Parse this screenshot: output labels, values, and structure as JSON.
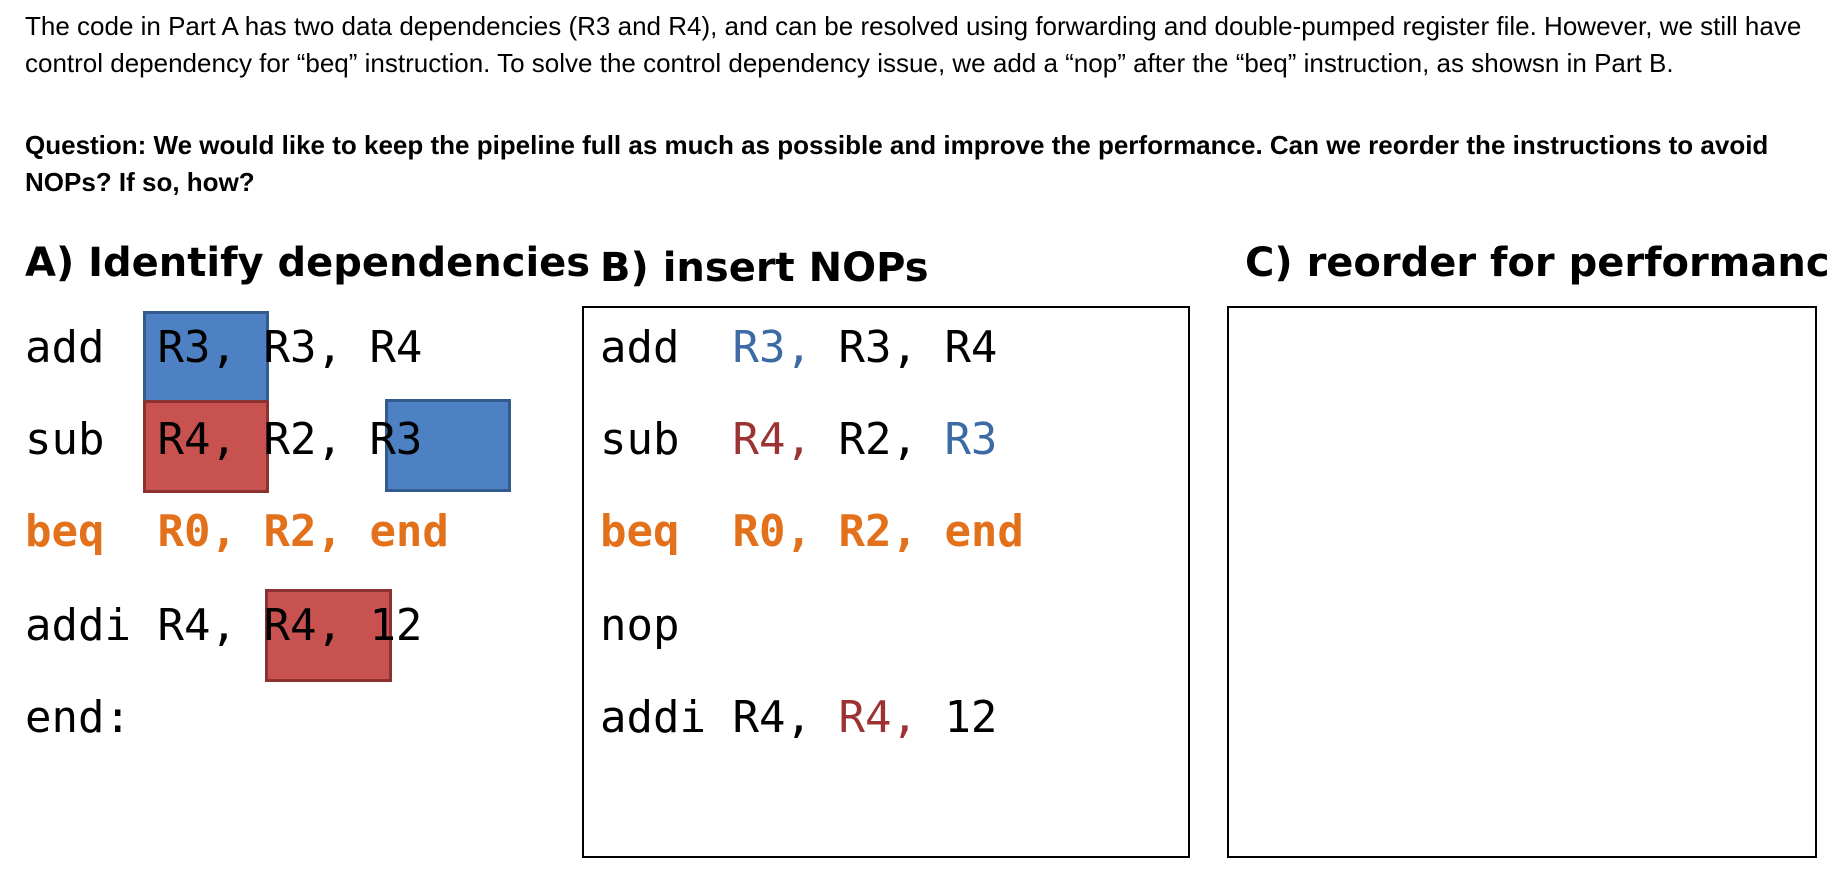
{
  "intro_text": "The code in Part A has two data dependencies (R3 and R4), and can be resolved using forwarding and double-pumped register file. However, we still have control dependency for “beq” instruction. To solve the control dependency issue, we add a “nop” after the “beq” instruction, as showsn in Part B.",
  "question": {
    "label": "Question",
    "text": ": We would like to keep the pipeline full as much as possible and improve the performance. Can we reorder the instructions to avoid NOPs? If so, how?"
  },
  "part_a": {
    "heading": "A) Identify dependencies",
    "lines": [
      [
        "add",
        "R3,",
        "R3,",
        "R4"
      ],
      [
        "sub",
        "R4,",
        "R2,",
        "R3"
      ],
      [
        "beq",
        "R0,",
        "R2,",
        "end"
      ],
      [
        "addi",
        "R4,",
        "R4,",
        "12"
      ],
      [
        "end:"
      ]
    ]
  },
  "part_b": {
    "heading": "B) insert NOPs",
    "lines": [
      [
        "add",
        "R3,",
        "R3,",
        "R4"
      ],
      [
        "sub",
        "R4,",
        "R2,",
        "R3"
      ],
      [
        "beq",
        "R0,",
        "R2,",
        "end"
      ],
      [
        "nop"
      ],
      [
        "addi",
        "R4,",
        "R4,",
        "12"
      ]
    ]
  },
  "part_c": {
    "heading": "C) reorder for performance"
  },
  "colors": {
    "branch_orange": "#e3711b",
    "r3_blue": "#4e80c4",
    "r4_red": "#c8524f",
    "r3_text_blue": "#3b6aa4",
    "r4_text_red": "#9d3232"
  }
}
